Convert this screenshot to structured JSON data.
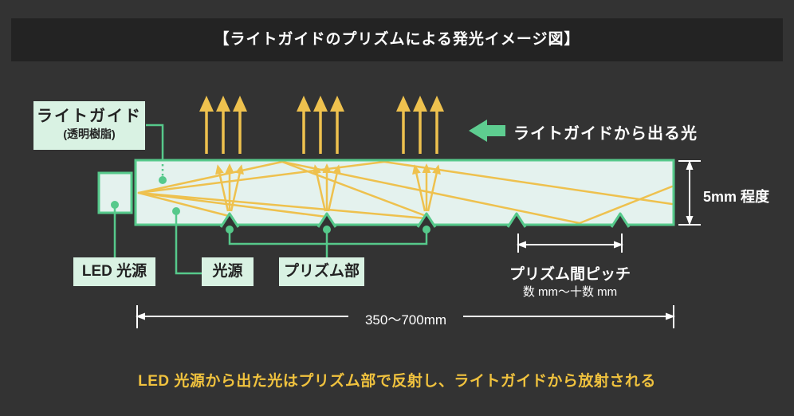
{
  "colors": {
    "background": "#333333",
    "header_background": "#232323",
    "accent_green": "#56c98b",
    "arrow_green": "#5ecd90",
    "ray_yellow": "#eec14e",
    "guide_fill": "#e4f2ee",
    "label_background": "#d9f2e3",
    "label_text": "#222222",
    "dimension_white": "#ffffff",
    "caption_yellow": "#f0c23e"
  },
  "header": {
    "title": "【ライトガイドのプリズムによる発光イメージ図】"
  },
  "diagram": {
    "light_guide_label": {
      "title": "ライトガイド",
      "subtitle": "(透明樹脂)"
    },
    "led_label": "LED 光源",
    "source_label": "光源",
    "prism_label": "プリズム部",
    "exit_light_label": "ライトガイドから出る光",
    "thickness_label": "5mm 程度",
    "pitch_label": "プリズム間ピッチ",
    "pitch_range": "数 mm〜十数 mm",
    "length_label": "350〜700mm"
  },
  "caption": "LED 光源から出た光はプリズム部で反射し、ライトガイドから放射される"
}
